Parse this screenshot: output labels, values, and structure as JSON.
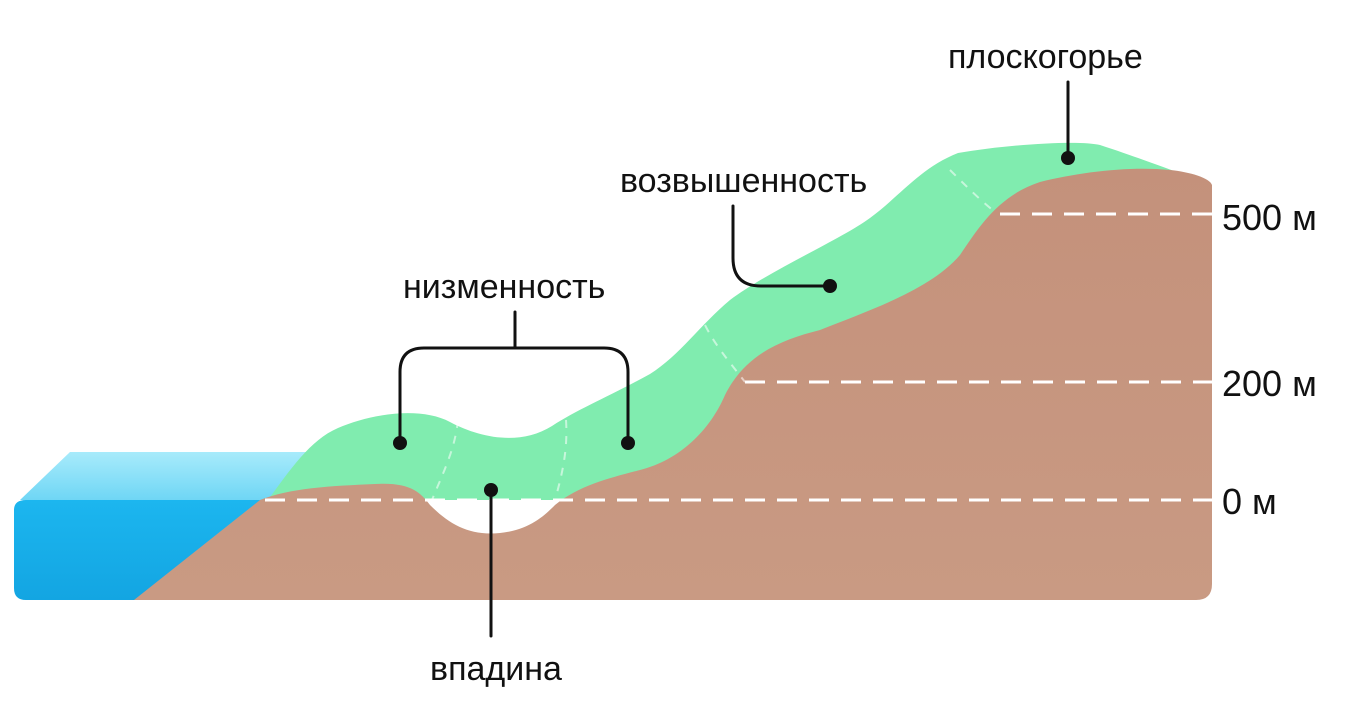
{
  "landforms": {
    "plateau": "плоскогорье",
    "upland": "возвышенность",
    "lowland": "низменность",
    "depression": "впадина"
  },
  "height_marks": {
    "m500": "500 м",
    "m200": "200 м",
    "m0": "0 м"
  },
  "colors": {
    "water_light": "#7fdcf7",
    "water_dark": "#17aee8",
    "vegetation": "#80ecaf",
    "earth": "#c7967f",
    "ink": "#111111"
  }
}
